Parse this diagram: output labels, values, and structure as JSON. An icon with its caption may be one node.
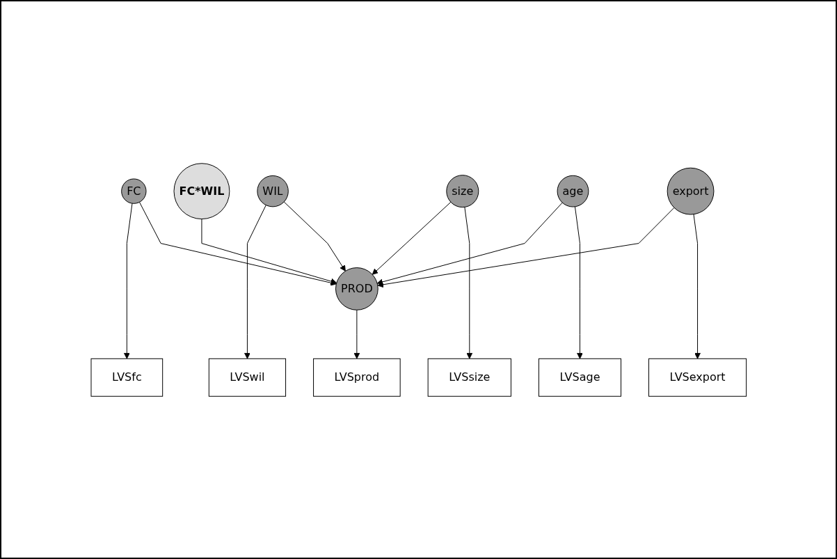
{
  "diagram": {
    "nodes": [
      {
        "text": [
          "LVSfc"
        ]
      },
      {
        "text": [
          "FC"
        ]
      },
      {
        "text": [
          "FC*WIL"
        ]
      },
      {
        "text": [
          "LVSwil"
        ]
      },
      {
        "text": [
          "WIL"
        ]
      },
      {
        "text": [
          "PROD"
        ]
      },
      {
        "text": [
          "LVSprod"
        ]
      },
      {
        "text": [
          "size"
        ]
      },
      {
        "text": [
          "age"
        ]
      },
      {
        "text": [
          "export"
        ]
      },
      {
        "text": [
          "LVSsize"
        ]
      },
      {
        "text": [
          "LVSage"
        ]
      },
      {
        "text": [
          "LVSexport"
        ]
      }
    ],
    "edges": [
      {
        "from": 1,
        "to": 0,
        "arrow": "to"
      },
      {
        "from": 1,
        "to": 5,
        "arrow": "to"
      },
      {
        "from": 2,
        "to": 5,
        "arrow": "to"
      },
      {
        "from": 4,
        "to": 3,
        "arrow": "to"
      },
      {
        "from": 4,
        "to": 5,
        "arrow": "to"
      },
      {
        "from": 5,
        "to": 6,
        "arrow": "to"
      },
      {
        "from": 7,
        "to": 5,
        "arrow": "to"
      },
      {
        "from": 8,
        "to": 5,
        "arrow": "to"
      },
      {
        "from": 9,
        "to": 5,
        "arrow": "to"
      },
      {
        "from": 7,
        "to": 10,
        "arrow": "to"
      },
      {
        "from": 8,
        "to": 11,
        "arrow": "to"
      },
      {
        "from": 9,
        "to": 12,
        "arrow": "to"
      }
    ]
  }
}
